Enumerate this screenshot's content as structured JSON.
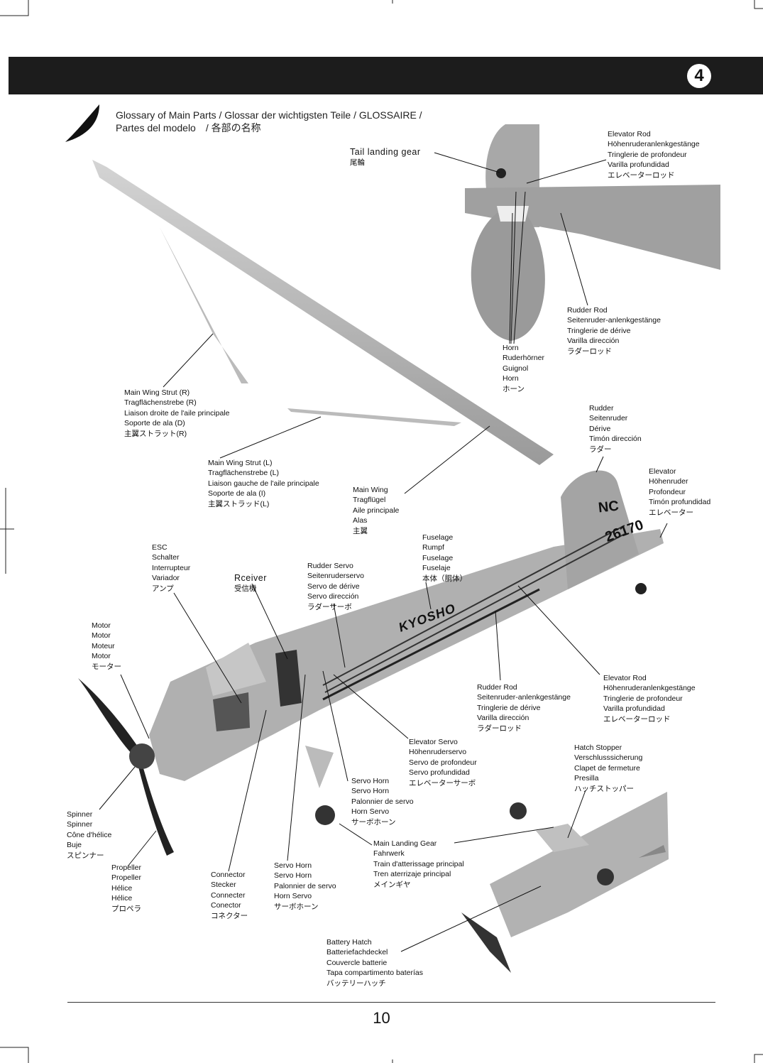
{
  "page_number": "4",
  "title": {
    "line1": "Glossary of Main Parts / Glossar der wichtigsten Teile / GLOSSAIRE /",
    "line2": "Partes del modelo　/ 各部の名称"
  },
  "labels": {
    "tail_landing_gear": [
      "Tail landing gear",
      "尾輪"
    ],
    "elevator_rod_tail": [
      "Elevator Rod",
      "Höhenruderanlenkgestänge",
      "Tringlerie de profondeur",
      "Varilla profundidad",
      "エレベーターロッド"
    ],
    "rudder_rod_tail": [
      "Rudder Rod",
      "Seitenruder-anlenkgestänge",
      "Tringlerie de dérive",
      "Varilla dirección",
      "ラダーロッド"
    ],
    "horn": [
      "Horn",
      "Ruderhörner",
      "Guignol",
      "Horn",
      "ホーン"
    ],
    "main_wing_strut_r": [
      "Main Wing Strut (R)",
      "Tragflächenstrebe (R)",
      "Liaison droite de l'aile principale",
      "Soporte de ala (D)",
      "主翼ストラット(R)"
    ],
    "main_wing_strut_l": [
      "Main Wing Strut (L)",
      "Tragflächenstrebe (L)",
      "Liaison gauche de l'aile principale",
      "Soporte de ala (I)",
      "主翼ストラッド(L)"
    ],
    "main_wing": [
      "Main Wing",
      "Tragflügel",
      "Aile principale",
      "Alas",
      "主翼"
    ],
    "rudder": [
      "Rudder",
      "Seitenruder",
      "Dérive",
      "Timón dirección",
      "ラダー"
    ],
    "elevator": [
      "Elevator",
      "Höhenruder",
      "Profondeur",
      "Timón profundidad",
      "エレベーター"
    ],
    "esc": [
      "ESC",
      "Schalter",
      "Interrupteur",
      "Variador",
      "アンプ"
    ],
    "receiver": [
      "Rceiver",
      "受信機"
    ],
    "rudder_servo": [
      "Rudder Servo",
      "Seitenruderservo",
      "Servo de dérive",
      "Servo dirección",
      "ラダーサーボ"
    ],
    "fuselage": [
      "Fuselage",
      "Rumpf",
      "Fuselage",
      "Fuselaje",
      "本体（胴体）"
    ],
    "motor": [
      "Motor",
      "Motor",
      "Moteur",
      "Motor",
      "モーター"
    ],
    "rudder_rod_body": [
      "Rudder Rod",
      "Seitenruder-anlenkgestänge",
      "Tringlerie de dérive",
      "Varilla dirección",
      "ラダーロッド"
    ],
    "elevator_rod_body": [
      "Elevator Rod",
      "Höhenruderanlenkgestänge",
      "Tringlerie de profondeur",
      "Varilla profundidad",
      "エレベーターロッド"
    ],
    "elevator_servo": [
      "Elevator Servo",
      "Höhenruderservo",
      "Servo de profondeur",
      "Servo profundidad",
      "エレベーターサーボ"
    ],
    "hatch_stopper": [
      "Hatch Stopper",
      "Verschlusssicherung",
      "Clapet de fermeture",
      "Presilla",
      "ハッチストッパー"
    ],
    "servo_horn_1": [
      "Servo Horn",
      "Servo Horn",
      "Palonnier de servo",
      "Horn Servo",
      "サーボホーン"
    ],
    "spinner": [
      "Spinner",
      "Spinner",
      "Cône d'hélice",
      "Buje",
      "スピンナー"
    ],
    "propeller": [
      "Propeller",
      "Propeller",
      "Hélice",
      "Hélice",
      "プロペラ"
    ],
    "connector": [
      "Connector",
      "Stecker",
      "Connecter",
      "Conector",
      "コネクター"
    ],
    "servo_horn_2": [
      "Servo Horn",
      "Servo Horn",
      "Palonnier de servo",
      "Horn Servo",
      "サーボホーン"
    ],
    "main_landing_gear": [
      "Main Landing Gear",
      "Fahrwerk",
      "Train d'atterissage principal",
      "Tren aterrizaje principal",
      "メインギヤ"
    ],
    "battery_hatch": [
      "Battery Hatch",
      "Batteriefachdeckel",
      "Couvercle batterie",
      "Tapa compartimento baterías",
      "バッテリーハッチ"
    ]
  },
  "decals": {
    "registration_line1": "NC",
    "registration_line2": "26170",
    "brand": "KYOSHO"
  },
  "footer_page_number": "10"
}
